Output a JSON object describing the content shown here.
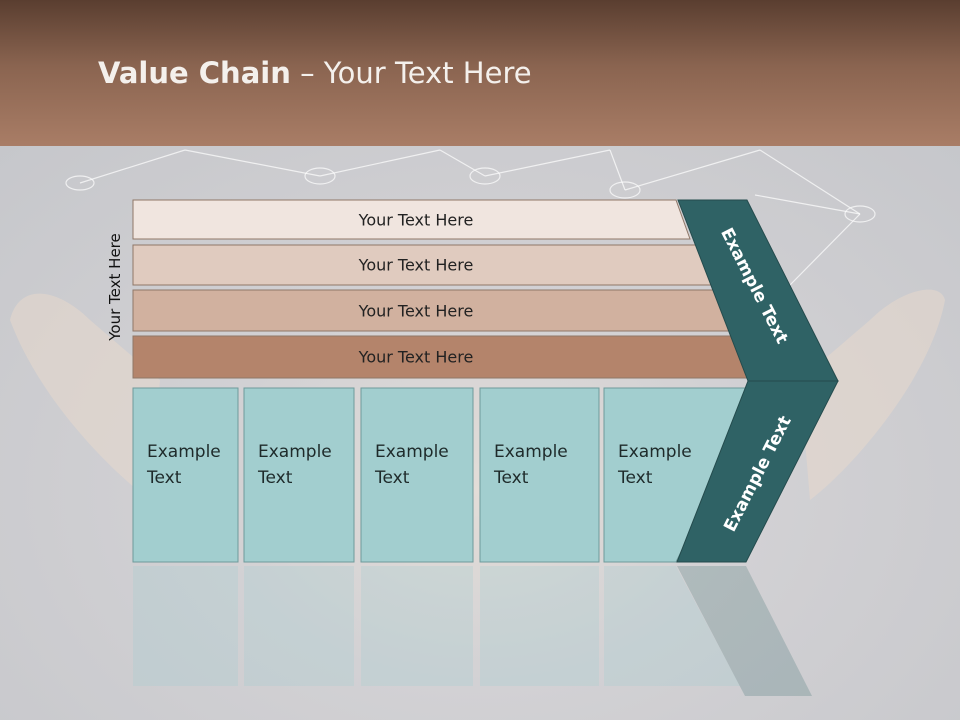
{
  "slide": {
    "title_bold": "Value Chain",
    "title_rest": " – Your Text Here",
    "side_label": "Your Text Here"
  },
  "bars": [
    {
      "label": "Your Text Here",
      "color": "#f0e5df"
    },
    {
      "label": "Your Text Here",
      "color": "#e0cbbf"
    },
    {
      "label": "Your Text Here",
      "color": "#d1b19f"
    },
    {
      "label": "Your Text Here",
      "color": "#b4846b"
    }
  ],
  "activities": [
    {
      "line1": "Example",
      "line2": "Text"
    },
    {
      "line1": "Example",
      "line2": "Text"
    },
    {
      "line1": "Example",
      "line2": "Text"
    },
    {
      "line1": "Example",
      "line2": "Text"
    },
    {
      "line1": "Example",
      "line2": "Text"
    }
  ],
  "chevron": {
    "upper_label": "Example Text",
    "lower_label": "Example Text",
    "color": "#2f6265"
  },
  "colors": {
    "activity_fill": "#a2cecf",
    "header_brown": "#a97d66"
  }
}
